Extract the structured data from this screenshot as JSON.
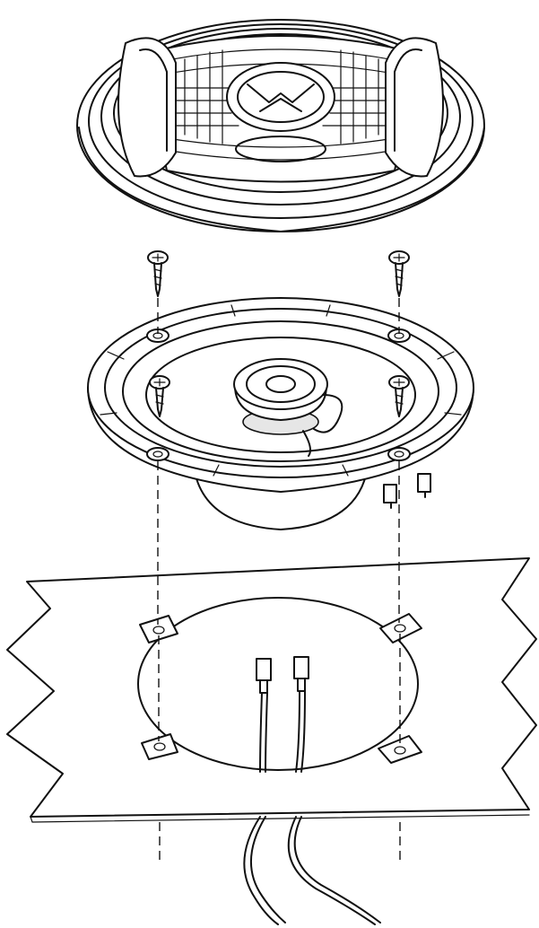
{
  "diagram": {
    "kind": "exploded-installation-view",
    "parts": [
      {
        "id": "grille",
        "icon": "speaker-grille-icon"
      },
      {
        "id": "screws",
        "icon": "screw-icon",
        "count": 4
      },
      {
        "id": "speaker",
        "icon": "coaxial-speaker-icon"
      },
      {
        "id": "mounting-panel",
        "icon": "panel-cutout-icon"
      },
      {
        "id": "wire-leads",
        "icon": "wire-connector-icon",
        "count": 2
      }
    ],
    "colors": {
      "line": "#111111",
      "background": "#ffffff",
      "shade": "#e6e6e6"
    }
  }
}
